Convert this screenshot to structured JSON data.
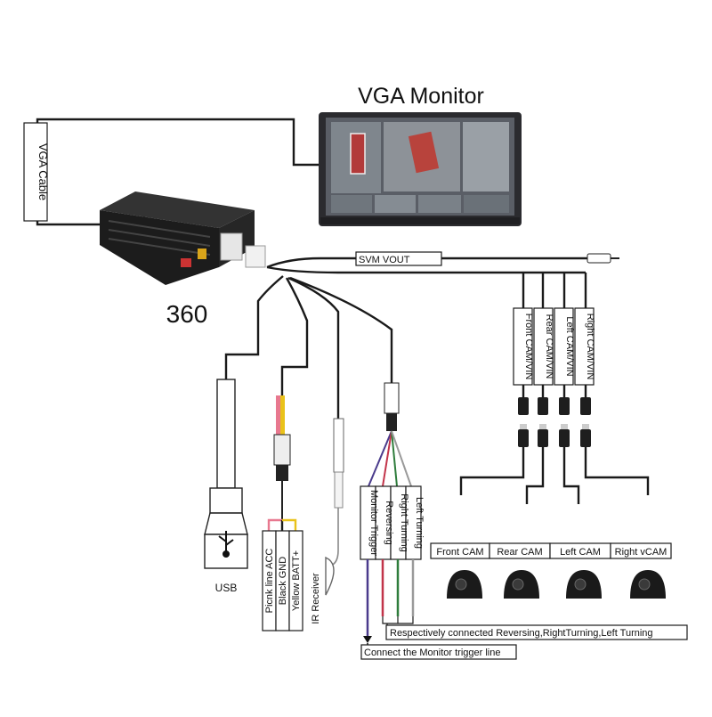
{
  "title": "VGA Monitor",
  "vga_cable_label": "VGA Cable",
  "device_label": "360",
  "svm_vout_label": "SVM VOUT",
  "cam_vin_labels": [
    "Front CAM/VIN",
    "Rear CAM/VIN",
    "Left CAM/VIN",
    "Right CAM/VIN"
  ],
  "camera_labels": [
    "Front CAM",
    "Rear CAM",
    "Left CAM",
    "Right vCAM"
  ],
  "usb_label": "USB",
  "power_labels": [
    "Picnk line ACC",
    "Black GND",
    "Yellow BATT+"
  ],
  "ir_label": "IR Receiver",
  "trigger_labels": [
    "Monitor Trigger",
    "Reversing",
    "Right Turning",
    "Left Turning"
  ],
  "note_reversing": "Respectively connected Reversing,RightTurning,Left  Turning",
  "note_monitor": "Connect the Monitor trigger line",
  "colors": {
    "wire": "#1a1a1a",
    "monitor_bezel": "#2b2b2f",
    "device_body": "#1c1c1c",
    "acc_wire": "#e8788f",
    "batt_wire": "#e9c21a",
    "reverse_wire": "#c2344a",
    "right_wire": "#2f7d3c",
    "monitor_trigger_wire": "#4a3b8c",
    "left_wire": "#9a9a9a"
  }
}
